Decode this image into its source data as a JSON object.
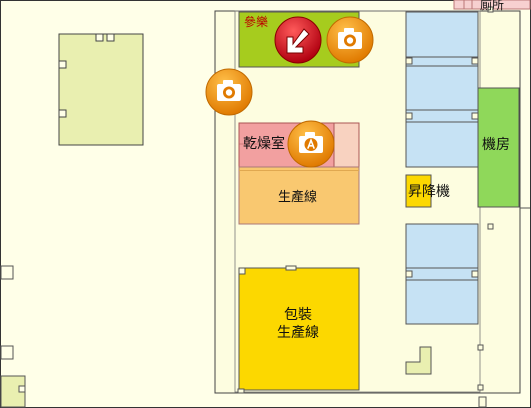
{
  "labels": {
    "toilet": "廁所",
    "visit": "參樂",
    "machine_room": "機房",
    "drying_room": "乾燥室",
    "production_line": "生產線",
    "elevator": "昇降機",
    "packaging_line_1": "包裝",
    "packaging_line_2": "生產線"
  },
  "markers": [
    {
      "name": "entrance-arrow-marker",
      "icon": "arrow-down-left-icon",
      "color": "#c8101a"
    },
    {
      "name": "camera-marker-1",
      "icon": "camera-icon",
      "color": "#f29a14"
    },
    {
      "name": "camera-marker-2",
      "icon": "camera-icon",
      "color": "#f29a14"
    },
    {
      "name": "camera-marker-a",
      "icon": "camera-a-icon",
      "color": "#f29a14"
    }
  ],
  "colors": {
    "background": "#ffffe8",
    "floor": "#fdfde0",
    "green_room": "#a6cc1e",
    "machine_room": "#8fd85a",
    "drying_room": "#f2a0a0",
    "production_line": "#f9c870",
    "packaging": "#fcd800",
    "storage": "#c6e2f4",
    "outer_block": "#e9efb0"
  }
}
